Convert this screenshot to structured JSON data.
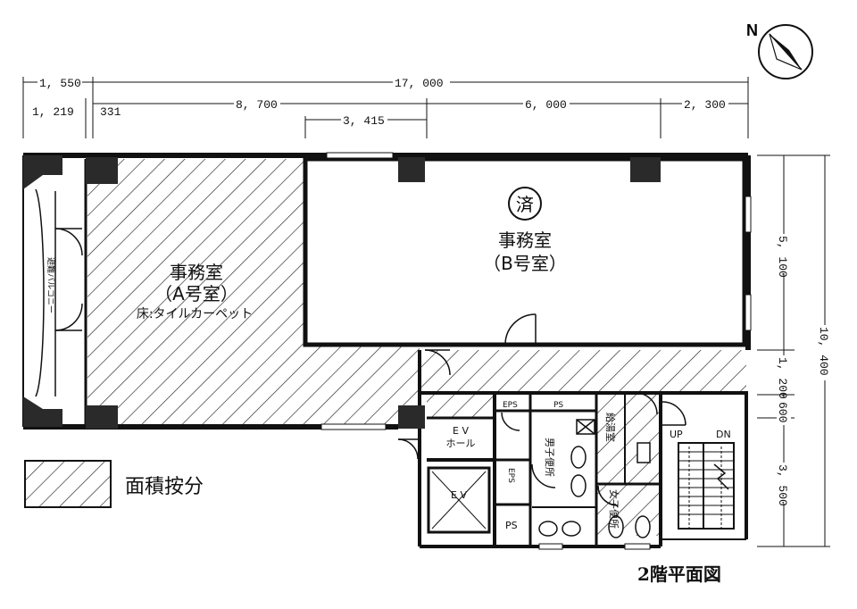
{
  "compass": {
    "north_label": "N"
  },
  "dimensions_top": {
    "row1": [
      "1, 550",
      "17, 000"
    ],
    "row2": [
      "1, 219",
      "331",
      "8, 700",
      "6, 000",
      "2, 300"
    ],
    "row3": [
      "3, 415"
    ]
  },
  "dimensions_right": {
    "overall": "10, 400",
    "segments": [
      "5, 100",
      "1, 200",
      "600",
      "3, 500"
    ]
  },
  "rooms": {
    "office_a": {
      "line1": "事務室",
      "line2": "（A号室）",
      "line3": "床:タイルカーペット"
    },
    "office_b": {
      "mark": "済",
      "line1": "事務室",
      "line2": "（B号室）"
    },
    "balcony": {
      "label": "避難バルコニー"
    },
    "ev_hall": {
      "line1": "E V",
      "line2": "ホール"
    },
    "ev": {
      "label": "E V"
    },
    "eps_top": "EPS",
    "ps_top": "PS",
    "eps_mid": "EPS",
    "ps_bottom": "PS",
    "kitchenette": "給湯室",
    "mens_toilet": "男子便所",
    "womens_toilet": "女子便所",
    "stairs_up": "UP",
    "stairs_down": "DN"
  },
  "legend": {
    "label": "面積按分"
  },
  "plan_title": "2階平面図"
}
